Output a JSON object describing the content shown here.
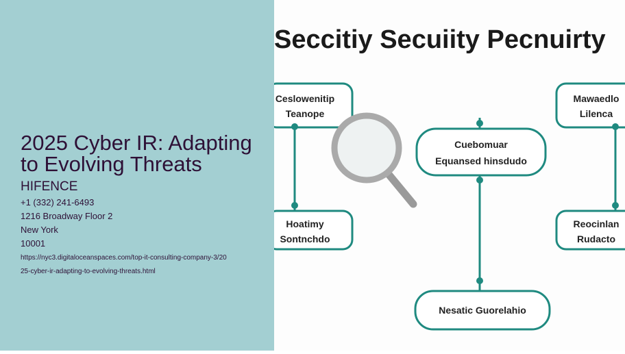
{
  "slide": {
    "title": "2025 Cyber IR: Adapting to Evolving Threats",
    "company": "HIFENCE",
    "phone": "+1 (332) 241-6493",
    "address": "1216 Broadway Floor 2",
    "city": "New York",
    "zip": "10001",
    "url_line1": "https://nyc3.digitaloceanspaces.com/top-it-consulting-company-3/20",
    "url_line2": "25-cyber-ir-adapting-to-evolving-threats.html"
  },
  "diagram": {
    "heading": "Seccitiy Secuiity Pecnuirty",
    "box_top_left": [
      "Ceslowenitip",
      "Teanope"
    ],
    "box_top_right": [
      "Mawaedlo",
      "Lilenca"
    ],
    "box_center": [
      "Cuebomuar",
      "Equansed hinsdudo"
    ],
    "box_mid_left": [
      "Hoatimy",
      "Sontnchdo"
    ],
    "box_mid_right": [
      "Reocinlan",
      "Rudacto"
    ],
    "box_bottom": [
      "Nesatic Guorelahio"
    ],
    "accent_color": "#1f8a80"
  }
}
